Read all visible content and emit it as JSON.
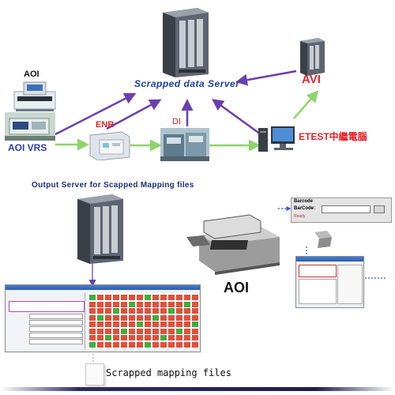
{
  "labels": {
    "scrapped_data_server": "Scrapped data Server",
    "avi": "AVI",
    "aoi_top": "AOI",
    "aoi_vrs": "AOI VRS",
    "enr": "ENR",
    "di": "DI",
    "etest": "ETEST中繼電腦",
    "output_server": "Output Server for Scapped Mapping  files",
    "aoi_bottom": "AOI",
    "scrapped_mapping_files": "Scrapped mapping files"
  },
  "barcode_panel": {
    "title": "Barcode",
    "field_label": "BarCode:",
    "status": "Ready"
  },
  "colors": {
    "arrow_purple": "#6a3fb0",
    "arrow_green": "#8dd46a",
    "label_blue": "#1a3fa8",
    "label_red": "#e8202a",
    "cell_red": "#e0503c",
    "cell_green": "#3fae3f"
  }
}
